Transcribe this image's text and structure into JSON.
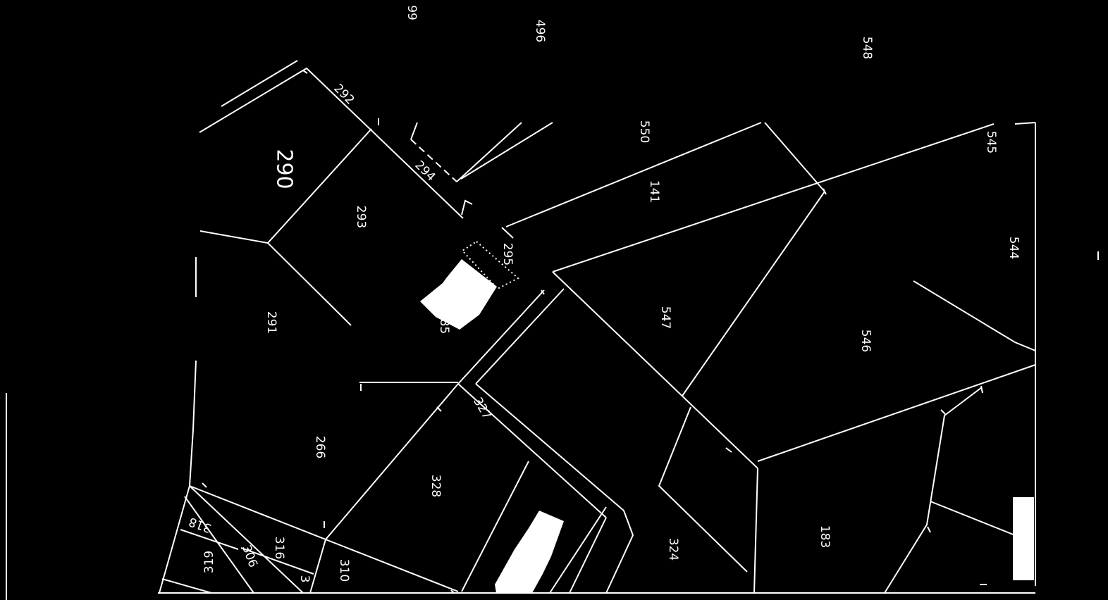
{
  "map": {
    "background": "#000000",
    "line_color": "#ffffff",
    "parcels": {
      "p99": "99",
      "p496": "496",
      "p548": "548",
      "p292": "292",
      "p290": "290",
      "p550": "550",
      "p294": "294",
      "p545": "545",
      "p293": "293",
      "p141": "141",
      "p295": "295",
      "p544": "544",
      "p291": "291",
      "p547": "547",
      "p546": "546",
      "p285": "285",
      "p327": "327",
      "p266": "266",
      "p328": "328",
      "p318": "318",
      "p316": "316",
      "p306": "306",
      "p319": "319",
      "p310": "310",
      "p324": "324",
      "p183": "183",
      "p3": "3"
    }
  }
}
